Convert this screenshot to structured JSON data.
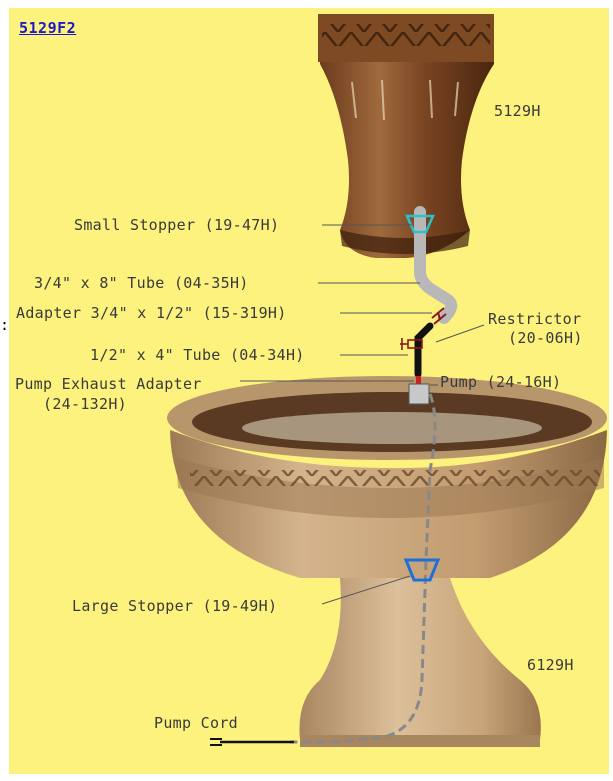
{
  "header": {
    "doc_link": "5129F2"
  },
  "parts": {
    "upper_urn": "5129H",
    "small_stopper": "Small Stopper  (19-47H)",
    "tube_34x8": "3/4\" x 8\" Tube (04-35H)",
    "adapter": "Adapter 3/4\" x 1/2\"  (15-319H)",
    "restrictor_line1": "Restrictor",
    "restrictor_line2": "(20-06H)",
    "tube_12x4": "1/2\" x 4\" Tube (04-34H)",
    "pump_exhaust_line1": "Pump Exhaust Adapter",
    "pump_exhaust_line2": "(24-132H)",
    "pump": "Pump  (24-16H)",
    "large_stopper": "Large Stopper  (19-49H)",
    "base": "6129H",
    "pump_cord": "Pump Cord"
  },
  "misc": {
    "stray_colon": ":"
  },
  "colors": {
    "background": "#fdf27d",
    "stone_light": "#c9a272",
    "stone_dark": "#5a3218",
    "tube": "#b8b8b8",
    "stopper": "#1e6fd8",
    "small_stopper": "#27c3c8",
    "restrictor": "#8b1a1a",
    "cord": "#888888"
  }
}
